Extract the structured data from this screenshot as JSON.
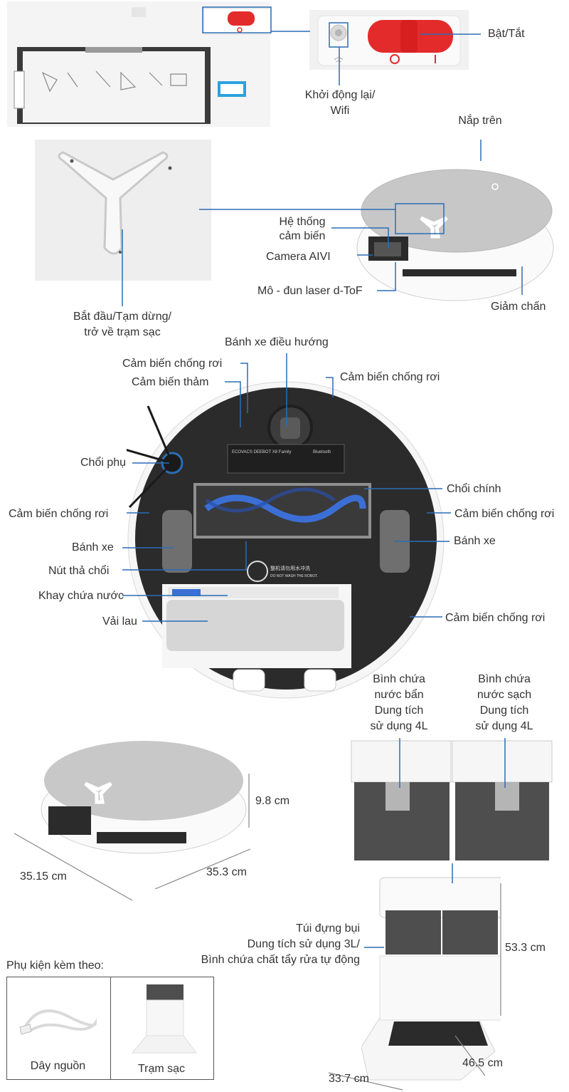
{
  "labels": {
    "power": "Bật/Tắt",
    "restart_wifi": "Khởi động lại/\nWifi",
    "top_cover": "Nắp trên",
    "sensor_system": "Hệ thống\ncảm biến",
    "camera": "Camera AIVI",
    "laser_module": "Mô - đun laser d-ToF",
    "bumper": "Giảm chấn",
    "start_pause": "Bắt đầu/Tạm dừng/\ntrở về trạm sạc",
    "nav_wheel": "Bánh xe điều hướng",
    "cliff_sensor_a": "Cảm biến chống rơi",
    "carpet_sensor": "Cảm biến thảm",
    "cliff_sensor_b": "Cảm biến chống rơi",
    "side_brush": "Chổi phụ",
    "main_brush": "Chổi chính",
    "cliff_sensor_left": "Cảm biến chống rơi",
    "cliff_sensor_right": "Cảm biến chống rơi",
    "wheel_left": "Bánh xe",
    "wheel_right": "Bánh xe",
    "brush_release": "Nút thả chổi",
    "water_tray": "Khay chứa nước",
    "mop_cloth": "Vải lau",
    "cliff_sensor_bottom": "Cảm biến chống rơi",
    "dirty_tank": "Bình chứa\nnước bẩn\nDung tích\nsử dụng 4L",
    "clean_tank": "Bình chứa\nnước sạch\nDung tích\nsử dụng 4L",
    "height": "9.8 cm",
    "depth": "35.15 cm",
    "width": "35.3 cm",
    "dust_bag": "Túi đựng bụi\nDung tích sử dụng 3L/\nBình chứa chất tẩy rửa tự động",
    "station_height": "53.3 cm",
    "station_depth": "46.5 cm",
    "station_width": "33.7 cm",
    "accessories": "Phụ kiện kèm theo:",
    "power_cord": "Dây nguồn",
    "charging_station": "Trạm sạc"
  },
  "robot_label": {
    "brand": "ECOVACS DEEBOT X8 Family",
    "bluetooth": "Bluetooth",
    "warning_cn": "整机请勿用水冲洗",
    "warning_en": "DO NOT WASH THE ROBOT."
  },
  "colors": {
    "accent_red": "#e42b2b",
    "leader_blue": "#2a6db5",
    "robot_body": "#2b2b2b",
    "brush_blue": "#3b6fd6"
  }
}
